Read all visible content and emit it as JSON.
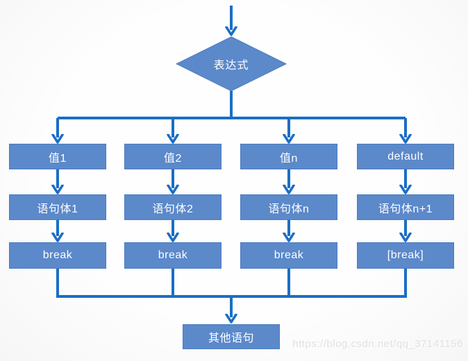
{
  "flowchart": {
    "decision_label": "表达式",
    "columns": [
      {
        "case": "值1",
        "body": "语句体1",
        "brk": "break"
      },
      {
        "case": "值2",
        "body": "语句体2",
        "brk": "break"
      },
      {
        "case": "值n",
        "body": "语句体n",
        "brk": "break"
      },
      {
        "case": "default",
        "body": "语句体n+1",
        "brk": "[break]"
      }
    ],
    "end_label": "其他语句"
  },
  "colors": {
    "node_fill": "#5b89ca",
    "node_border": "#4a7cc0",
    "connector": "#1a6ec5",
    "node_text": "#ffffff",
    "watermark_text": "#dedede",
    "background": "#fdfdfd"
  },
  "watermark": "https://blog.csdn.net/qq_37141156"
}
